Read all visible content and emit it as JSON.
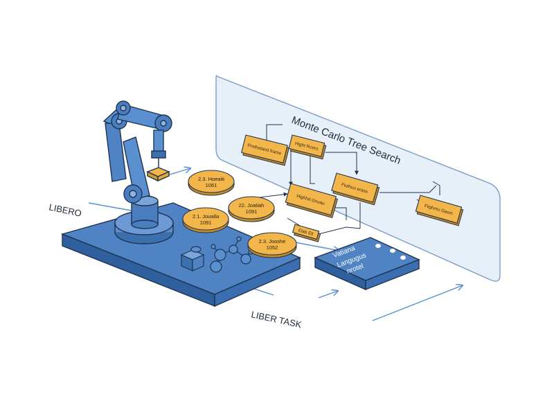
{
  "diagram": {
    "title": "Monte Carlo Tree Search",
    "label_libero": "LIBERO",
    "label_task": "LIBER TASK",
    "mcts_nodes": [
      {
        "label": "Prothetand frame"
      },
      {
        "label": "Hight Rcero"
      },
      {
        "label": "Highhd Gnuau"
      },
      {
        "label": "Fiuthuo erass"
      },
      {
        "label": "Fiighmu Gasm"
      },
      {
        "label": "Elab Ell"
      }
    ],
    "coins": [
      {
        "line1": "2.3. Hoeaiti",
        "line2": "1061"
      },
      {
        "line1": "2.1. Joualla",
        "line2": "1091"
      },
      {
        "line1": "22. Joatiah",
        "line2": "1091"
      },
      {
        "line1": "2.3. Jooshe",
        "line2": "1052"
      }
    ],
    "vlm_box": {
      "line1": "Vatiana",
      "line2": "Langugus",
      "line3": "nrotel"
    },
    "colors": {
      "platform": "#4f83c4",
      "platform_dark": "#2f5f9c",
      "node_fill": "#f3b64a",
      "panel_fill": "#e6eff9",
      "outline": "#1e3350"
    },
    "icons": [
      "robot-arm-icon",
      "cube-icon",
      "molecule-icon",
      "gear-icon"
    ]
  }
}
